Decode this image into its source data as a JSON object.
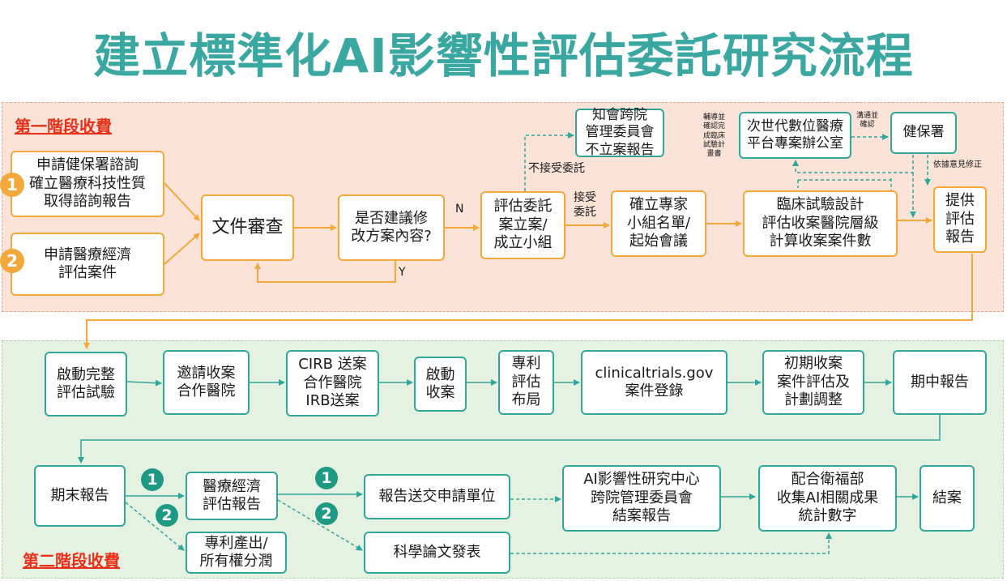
{
  "title": "建立標準化AI影響性評估委託研究流程",
  "stage1": {
    "label": "第一階段收費",
    "box_apply_consult": "申請健保署諮詢\n確立醫療科技性質\n取得諮詢報告",
    "box_apply_econ": "申請醫療經濟\n評估案件",
    "box_doc_review": "文件審查",
    "box_suggest_revise": "是否建議修\n改方案內容?",
    "box_committee": "評估委託\n案立案/\n成立小組",
    "box_notify": "知會跨院\n管理委員會\n不立案報告",
    "box_experts": "確立專家\n小組名單/\n起始會議",
    "box_trial_design": "臨床試驗設計\n評估收案醫院層級\n計算收案案件數",
    "box_nextgen": "次世代數位醫療\n平台專案辦公室",
    "box_nhia": "健保署",
    "box_report": "提供\n評估\n報告",
    "badge_1": "1",
    "badge_2": "2",
    "label_n": "N",
    "label_y": "Y",
    "label_reject": "不接受委託",
    "label_accept": "接受\n委託",
    "note_assist": "輔導並\n確認完\n成臨床\n試驗計\n畫書",
    "note_confirm": "溝通並\n確認",
    "note_revise": "依據意見修正"
  },
  "stage2": {
    "label": "第二階段收費",
    "box_start_trial": "啟動完整\n評估試驗",
    "box_invite": "邀請收案\n合作醫院",
    "box_cirb": "CIRB 送案\n合作醫院\nIRB送案",
    "box_start_enroll": "啟動\n收案",
    "box_patent_layout": "專利\n評估\n布局",
    "box_ct_gov": "clinicaltrials.gov\n案件登錄",
    "box_initial": "初期收案\n案件評估及\n計劃調整",
    "box_midterm": "期中報告",
    "box_final": "期末報告",
    "box_econ_report": "醫療經濟\n評估報告",
    "box_patent_output": "專利產出/\n所有權分潤",
    "box_submit": "報告送交申請單位",
    "box_paper": "科學論文發表",
    "box_ai_center": "AI影響性研究中心\n跨院管理委員會\n結案報告",
    "box_mohw": "配合衛福部\n收集AI相關成果\n統計數字",
    "box_close": "結案",
    "badge_a1": "1",
    "badge_a2": "2",
    "badge_b1": "1",
    "badge_b2": "2"
  },
  "colors": {
    "title": "#3aa7a0",
    "stage1_bg": "#fbe3d8",
    "stage2_bg": "#e5f1e1",
    "orange": "#f2a83b",
    "teal": "#31a69b",
    "red_label": "#e8301b"
  }
}
